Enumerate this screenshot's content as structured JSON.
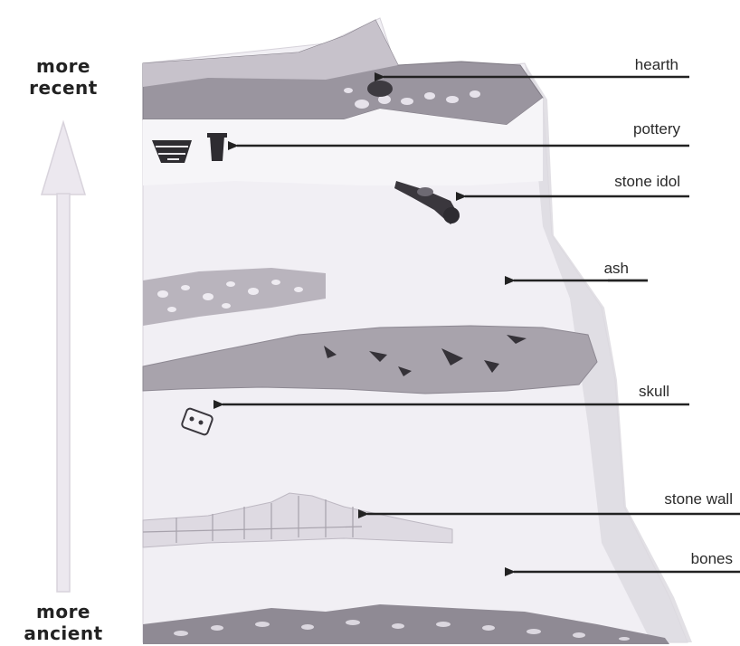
{
  "axis": {
    "recent_line1": "more",
    "recent_line2": "recent",
    "ancient_line1": "more",
    "ancient_line2": "ancient"
  },
  "layers": {
    "hearth": "hearth",
    "pottery": "pottery",
    "stone_idol": "stone idol",
    "ash": "ash",
    "skull": "skull",
    "stone_wall": "stone wall",
    "bones": "bones"
  },
  "colors": {
    "arrow": "#222222",
    "time_arrow": "#e6e2ea",
    "soil_light": "#efedf2",
    "soil_mid": "#cfcbd3",
    "soil_dark": "#8e8a92"
  }
}
